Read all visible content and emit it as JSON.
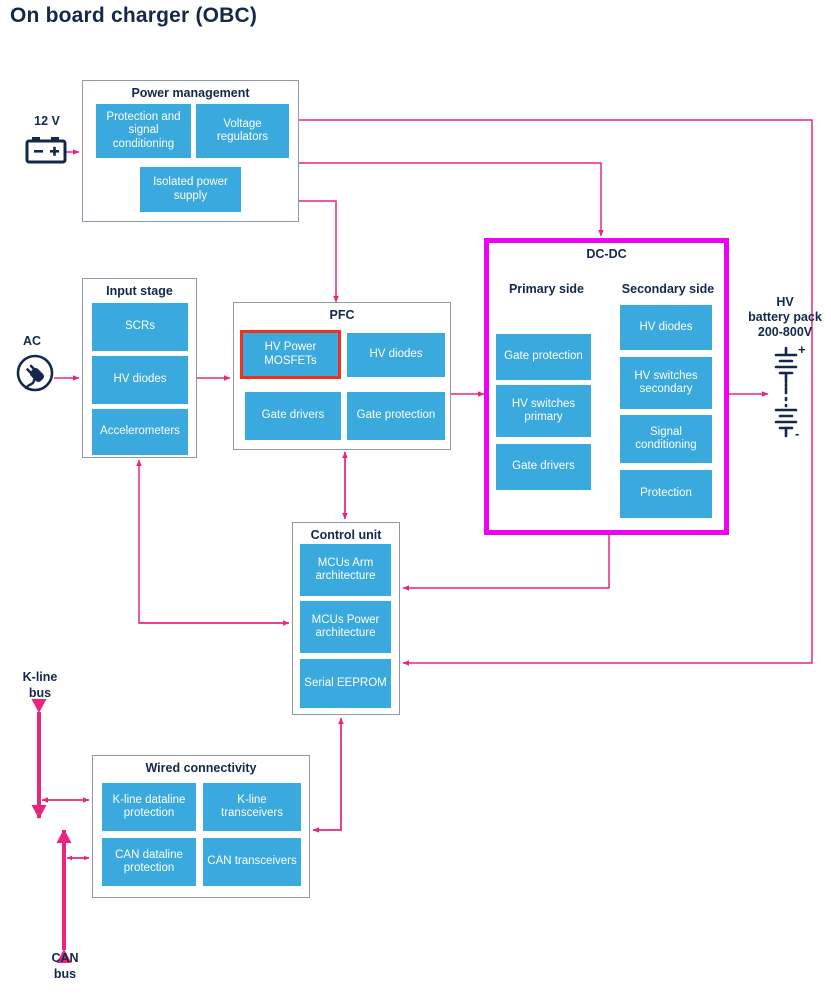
{
  "title": "On board charger (OBC)",
  "colors": {
    "block_blue": "#3aa9dd",
    "group_border": "#8e99a8",
    "dark_navy": "#14284b",
    "wire_pink": "#e8267f",
    "dcdc_magenta": "#ef00ef",
    "highlight_red": "#f0301c"
  },
  "groups": {
    "power_management": {
      "title": "Power management",
      "blocks": [
        "Protection and signal conditioning",
        "Voltage regulators",
        "Isolated power supply"
      ]
    },
    "input_stage": {
      "title": "Input stage",
      "blocks": [
        "SCRs",
        "HV diodes",
        "Accelerometers"
      ]
    },
    "pfc": {
      "title": "PFC",
      "blocks": [
        "HV Power MOSFETs",
        "HV diodes",
        "Gate drivers",
        "Gate protection"
      ],
      "highlighted_block": "HV Power MOSFETs"
    },
    "dcdc": {
      "title": "DC-DC",
      "primary_side": {
        "title": "Primary side",
        "blocks": [
          "Gate protection",
          "HV switches primary",
          "Gate drivers"
        ]
      },
      "secondary_side": {
        "title": "Secondary side",
        "blocks": [
          "HV diodes",
          "HV switches secondary",
          "Signal conditioning",
          "Protection"
        ]
      }
    },
    "control_unit": {
      "title": "Control unit",
      "blocks": [
        "MCUs Arm architecture",
        "MCUs Power architecture",
        "Serial EEPROM"
      ]
    },
    "wired_connectivity": {
      "title": "Wired connectivity",
      "blocks": [
        "K-line dataline protection",
        "K-line transceivers",
        "CAN dataline protection",
        "CAN transceivers"
      ]
    }
  },
  "labels": {
    "dc_input": "12 V",
    "ac_input": "AC",
    "hv_battery": "HV\nbattery pack\n200-800V",
    "hv_battery_line1": "HV",
    "hv_battery_line2": "battery pack",
    "hv_battery_line3": "200-800V",
    "kline_bus_line1": "K-line",
    "kline_bus_line2": "bus",
    "can_bus_line1": "CAN",
    "can_bus_line2": "bus"
  },
  "icons": {
    "battery_12v": "battery-icon",
    "ac_plug": "ac-plug-icon",
    "hv_battery_cells": "hv-battery-symbol-icon"
  }
}
